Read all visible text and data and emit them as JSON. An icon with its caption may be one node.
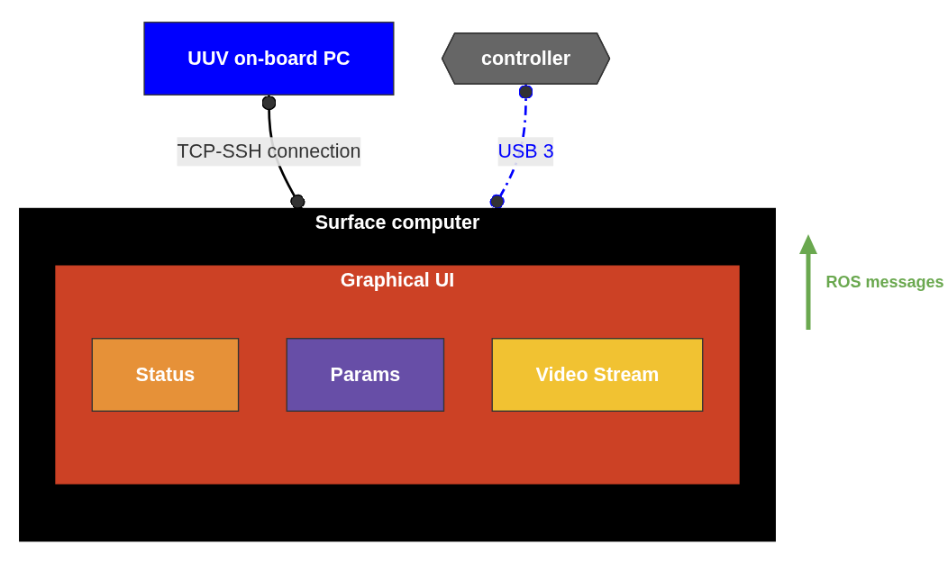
{
  "diagram": {
    "nodes": [
      {
        "text": [
          "UUV on-board PC"
        ]
      },
      {
        "text": [
          "Surface computer"
        ]
      },
      {
        "text": [
          "Graphical UI"
        ],
        "in": 1
      },
      {
        "text": [
          "Status"
        ],
        "in": 2
      },
      {
        "text": [
          "Params"
        ],
        "in": 2
      },
      {
        "text": [
          "Video Stream"
        ],
        "in": 2
      },
      {
        "text": [
          "controller"
        ]
      }
    ],
    "edges": [
      {
        "from": 0,
        "to": 1,
        "arrow": "other",
        "label": "TCP-SSH connection"
      },
      {
        "from": 6,
        "to": 1,
        "arrow": "other",
        "label": "USB 3",
        "style": "dashed",
        "color": "#0000ff"
      }
    ],
    "labels": [
      "ROS messages"
    ]
  }
}
